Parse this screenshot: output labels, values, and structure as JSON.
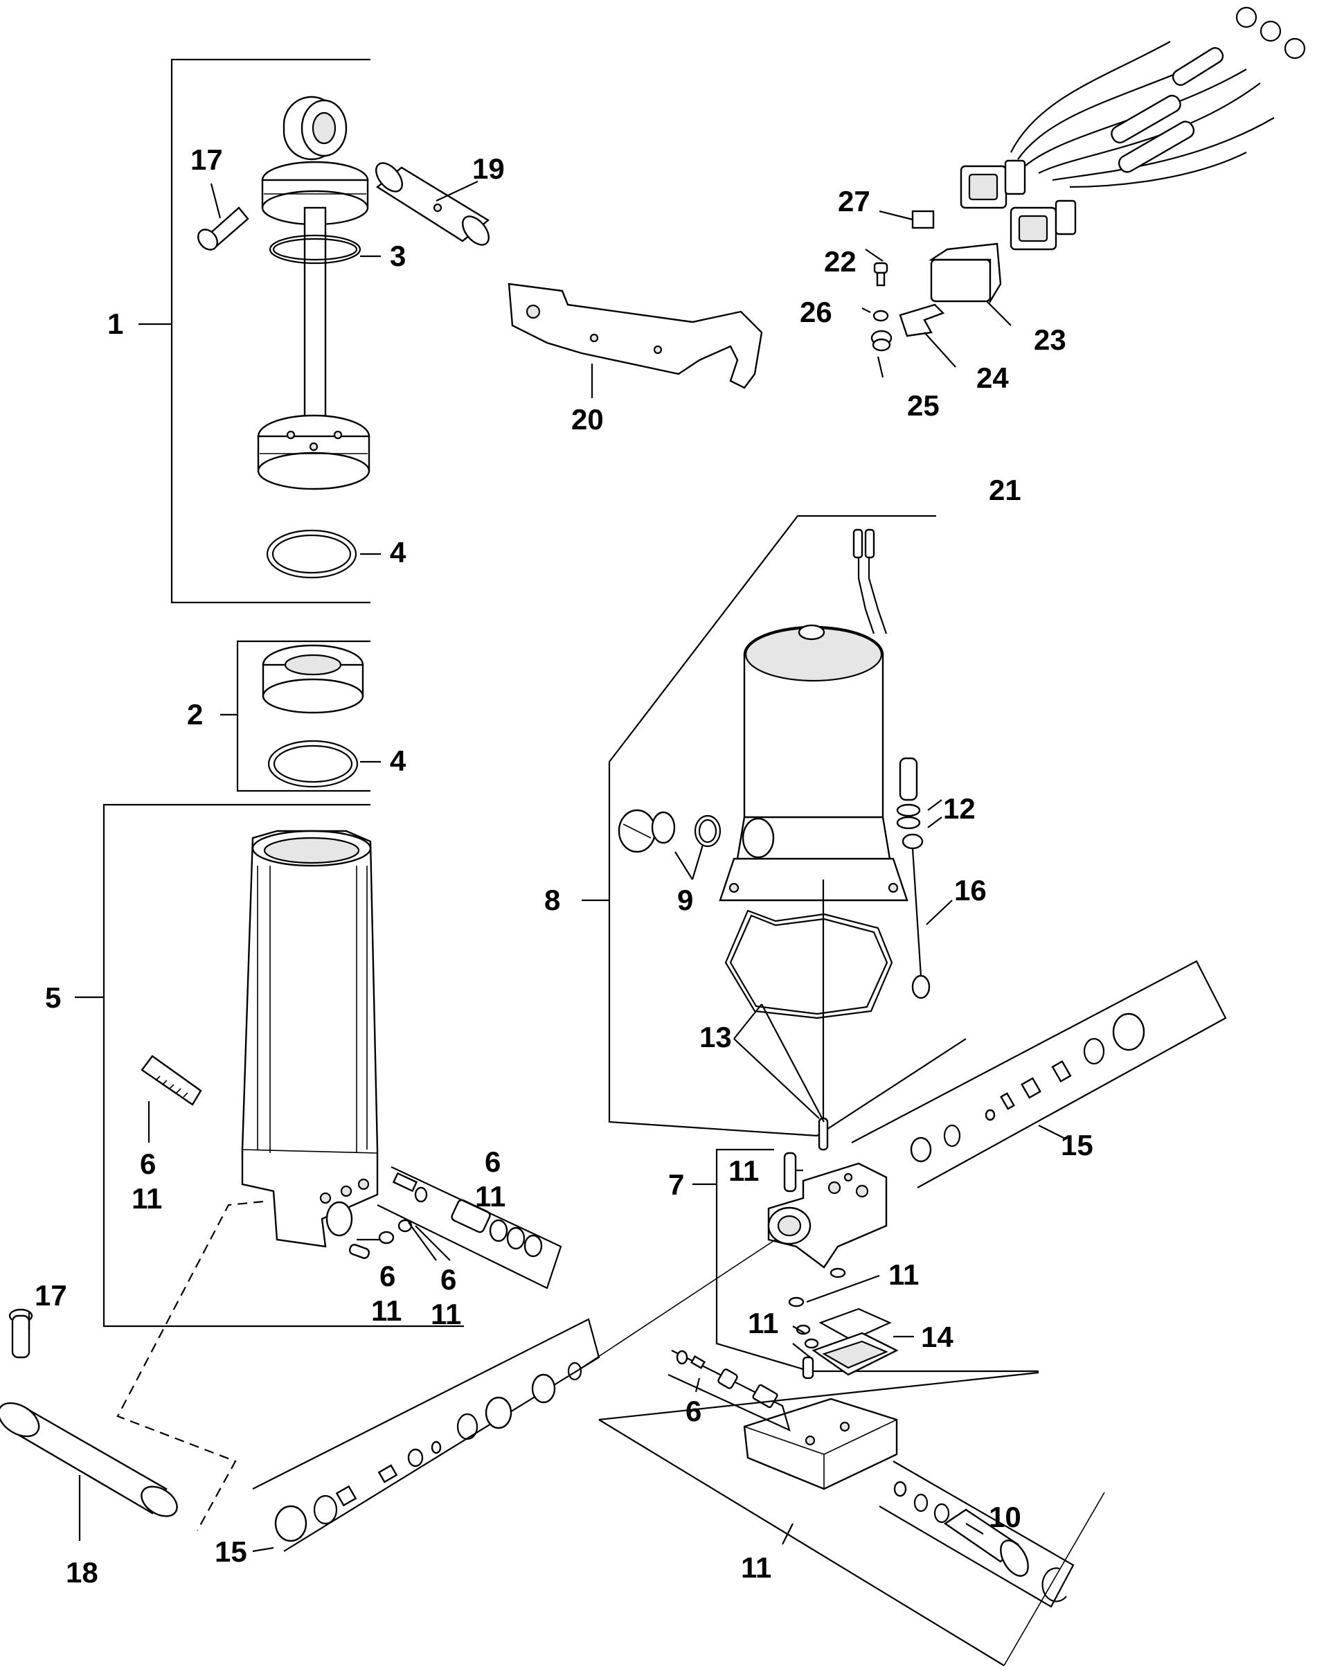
{
  "callouts": [
    {
      "id": "c1",
      "text": "1"
    },
    {
      "id": "c2",
      "text": "2"
    },
    {
      "id": "c3",
      "text": "3"
    },
    {
      "id": "c4a",
      "text": "4"
    },
    {
      "id": "c4b",
      "text": "4"
    },
    {
      "id": "c5",
      "text": "5"
    },
    {
      "id": "c6a",
      "text": "6"
    },
    {
      "id": "c11a",
      "text": "11"
    },
    {
      "id": "c6b",
      "text": "6"
    },
    {
      "id": "c11b",
      "text": "11"
    },
    {
      "id": "c6c",
      "text": "6"
    },
    {
      "id": "c11c",
      "text": "11"
    },
    {
      "id": "c6d",
      "text": "6"
    },
    {
      "id": "c11d",
      "text": "11"
    },
    {
      "id": "c6e",
      "text": "6"
    },
    {
      "id": "c7",
      "text": "7"
    },
    {
      "id": "c8",
      "text": "8"
    },
    {
      "id": "c9",
      "text": "9"
    },
    {
      "id": "c10",
      "text": "10"
    },
    {
      "id": "c11e",
      "text": "11"
    },
    {
      "id": "c11f",
      "text": "11"
    },
    {
      "id": "c11g",
      "text": "11"
    },
    {
      "id": "c11h",
      "text": "11"
    },
    {
      "id": "c12",
      "text": "12"
    },
    {
      "id": "c13",
      "text": "13"
    },
    {
      "id": "c14",
      "text": "14"
    },
    {
      "id": "c15a",
      "text": "15"
    },
    {
      "id": "c15b",
      "text": "15"
    },
    {
      "id": "c16",
      "text": "16"
    },
    {
      "id": "c17a",
      "text": "17"
    },
    {
      "id": "c17b",
      "text": "17"
    },
    {
      "id": "c18",
      "text": "18"
    },
    {
      "id": "c19",
      "text": "19"
    },
    {
      "id": "c20",
      "text": "20"
    },
    {
      "id": "c21",
      "text": "21"
    },
    {
      "id": "c22",
      "text": "22"
    },
    {
      "id": "c23",
      "text": "23"
    },
    {
      "id": "c24",
      "text": "24"
    },
    {
      "id": "c25",
      "text": "25"
    },
    {
      "id": "c26",
      "text": "26"
    },
    {
      "id": "c27",
      "text": "27"
    }
  ]
}
